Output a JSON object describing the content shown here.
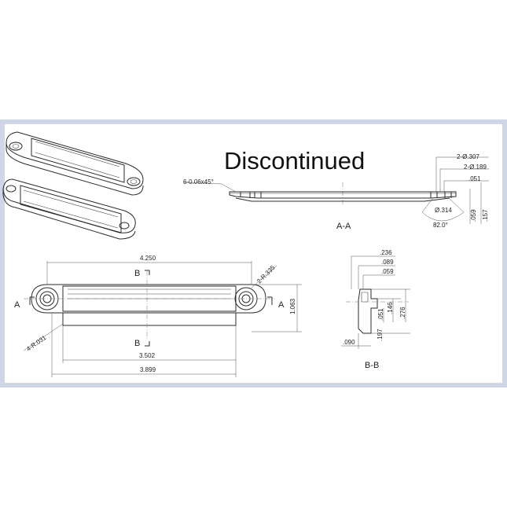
{
  "status_label": "Discontinued",
  "section_labels": {
    "aa": "A-A",
    "bb": "B-B",
    "a_left": "A",
    "a_right": "A",
    "b_top": "B",
    "b_bottom": "B"
  },
  "section_aa_dims": {
    "chamfer": "6-0.06x45°",
    "hole_dia_outer": "2-Ø.307",
    "hole_dia_inner": "2-Ø.189",
    "depth": ".051",
    "counterbore": "Ø.314",
    "angle": "82.0°",
    "height_a": ".059",
    "height_b": ".157"
  },
  "plan_dims": {
    "overall_length": "4.250",
    "end_radius": "2-R.335",
    "corner_radius": "4-R.031",
    "inner_length": "3.502",
    "outer_length": "3.899",
    "height": "1.063"
  },
  "section_bb_dims": {
    "d1": ".236",
    "d2": ".089",
    "d3": ".059",
    "d4": ".051",
    "d5": ".146",
    "d6": ".276",
    "d7": ".197",
    "d8": ".090"
  }
}
